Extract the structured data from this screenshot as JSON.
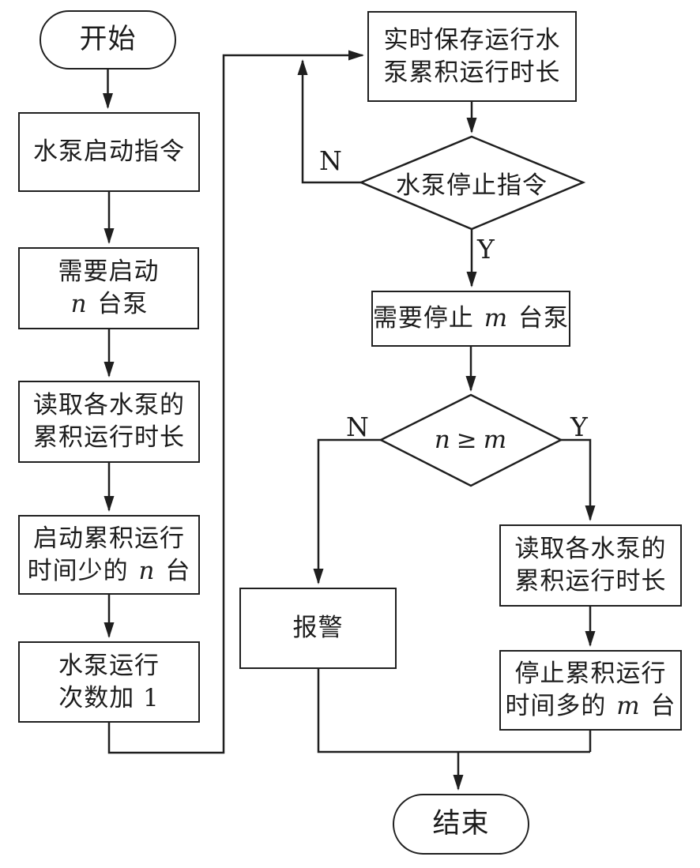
{
  "diagram": {
    "background": "#ffffff",
    "line_color": "#1f1f1f"
  },
  "nodes": {
    "start": {
      "label": "开始"
    },
    "pump_start_cmd": {
      "label": "水泵启动指令"
    },
    "need_start": {
      "line1": "需要启动",
      "var": "n",
      "line2_rest": " 台泵"
    },
    "read_runtime_left": {
      "line1": "读取各水泵的",
      "line2": "累积运行时长"
    },
    "start_least_n": {
      "line1": "启动累积运行",
      "line2_pre": "时间少的 ",
      "var": "n",
      "line2_post": " 台"
    },
    "run_count_inc": {
      "line1": "水泵运行",
      "line2": "次数加 1"
    },
    "save_runtime": {
      "line1": "实时保存运行水",
      "line2": "泵累积运行时长"
    },
    "stop_cmd_decision": {
      "label": "水泵停止指令"
    },
    "need_stop": {
      "pre": "需要停止 ",
      "var": "m",
      "post": " 台泵"
    },
    "compare_decision": {
      "var1": "n",
      "op": "≥",
      "var2": "m"
    },
    "alarm": {
      "label": "报警"
    },
    "read_runtime_right": {
      "line1": "读取各水泵的",
      "line2": "累积运行时长"
    },
    "stop_most_m": {
      "line1": "停止累积运行",
      "line2_pre": "时间多的 ",
      "var": "m",
      "line2_post": " 台"
    },
    "end": {
      "label": "结束"
    }
  },
  "branch_labels": {
    "stop_cmd_no": "N",
    "stop_cmd_yes": "Y",
    "compare_no": "N",
    "compare_yes": "Y"
  }
}
